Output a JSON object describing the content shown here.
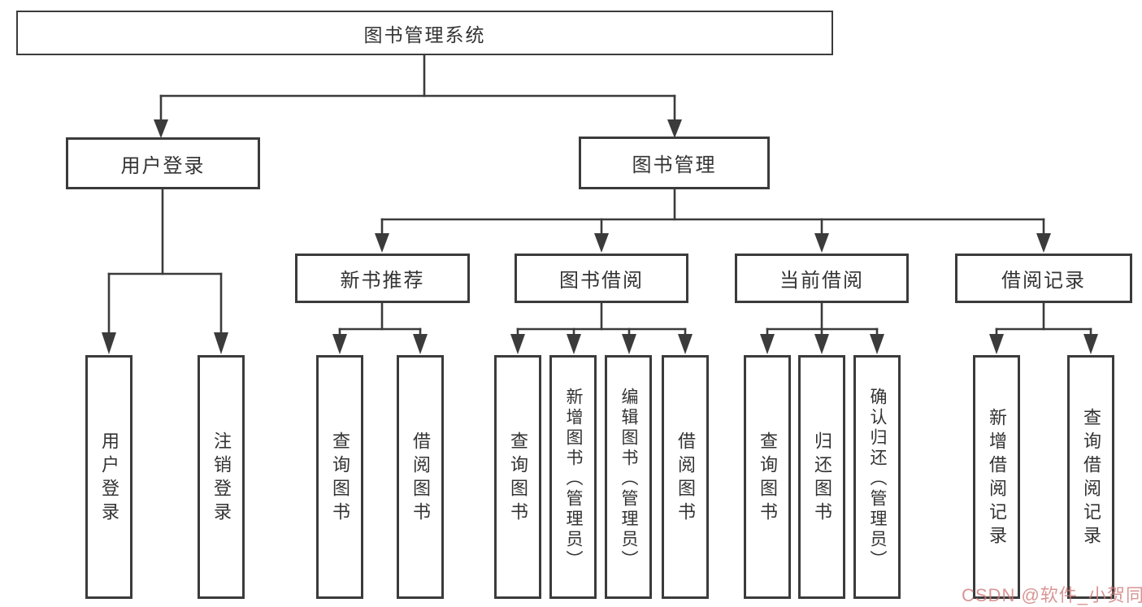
{
  "root": {
    "label": "图书管理系统"
  },
  "level1": {
    "user_login": "用户登录",
    "book_management": "图书管理"
  },
  "level2": {
    "recommend": "新书推荐",
    "borrow": "图书借阅",
    "current": "当前借阅",
    "records": "借阅记录"
  },
  "leaves": {
    "login": [
      "用户登录",
      "注销登录"
    ],
    "recommend": [
      "查询图书",
      "借阅图书"
    ],
    "borrow": [
      "查询图书",
      "新增图书（管理员）",
      "编辑图书（管理员）",
      "借阅图书"
    ],
    "current": [
      "查询图书",
      "归还图书",
      "确认归还（管理员）"
    ],
    "records": [
      "新增借阅记录",
      "查询借阅记录"
    ]
  },
  "watermark": {
    "text": "CSDN @软件_小贺同学"
  },
  "colors": {
    "line": "#3b3b3b",
    "box_border": "#3b3b3b",
    "text": "#333333",
    "watermark": "#d07a7a",
    "background": "#ffffff"
  }
}
